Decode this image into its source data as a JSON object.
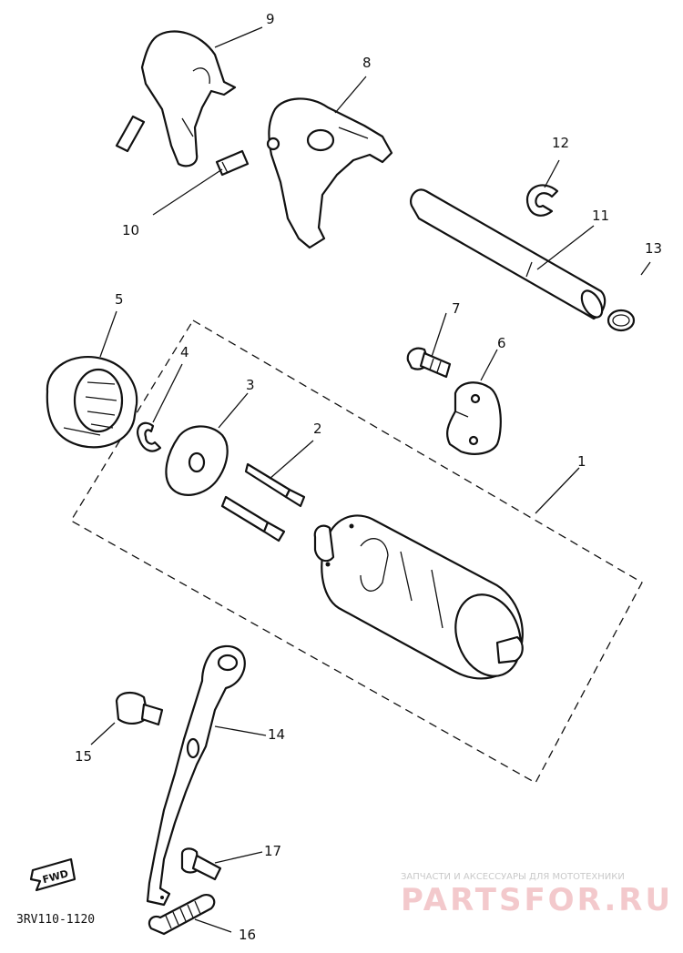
{
  "callouts": {
    "c1": "1",
    "c2": "2",
    "c3": "3",
    "c4": "4",
    "c5": "5",
    "c6": "6",
    "c7": "7",
    "c8": "8",
    "c9": "9",
    "c10": "10",
    "c11": "11",
    "c12": "12",
    "c13": "13",
    "c14": "14",
    "c15": "15",
    "c16": "16",
    "c17": "17"
  },
  "diagram_code": "3RV110-1120",
  "forward_marker": "FWD",
  "watermark": {
    "tagline": "ЗАПЧАСТИ И АКСЕССУАРЫ ДЛЯ МОТОТЕХНИКИ",
    "brand": "PARTSFOR.RU",
    "brand_color": "#e8737c"
  }
}
